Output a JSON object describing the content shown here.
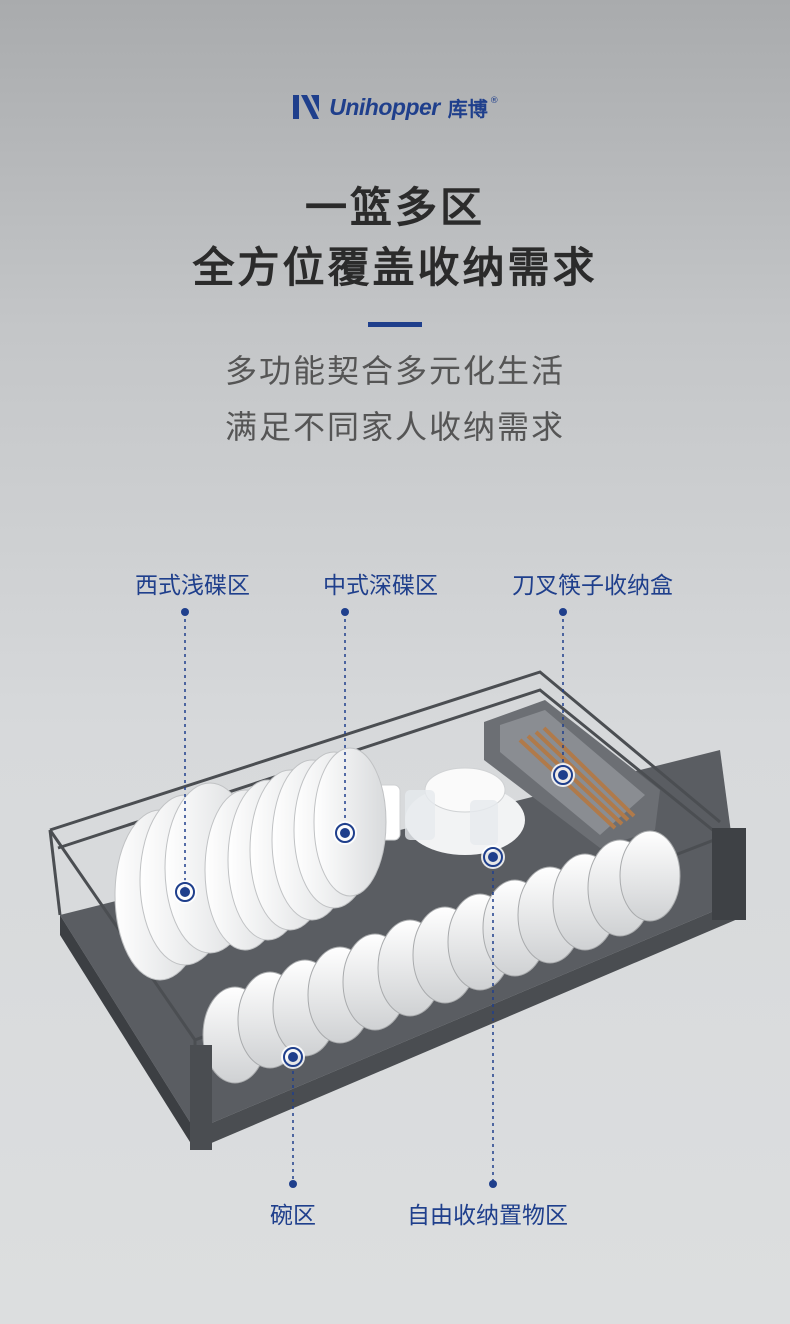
{
  "brand": {
    "name": "Unihopper",
    "name_cn": "库博",
    "reg": "®"
  },
  "headline": {
    "line1": "一篮多区",
    "line2": "全方位覆盖收纳需求"
  },
  "subline": {
    "line1": "多功能契合多元化生活",
    "line2": "满足不同家人收纳需求"
  },
  "zones": {
    "western_plate": "西式浅碟区",
    "chinese_plate": "中式深碟区",
    "cutlery": "刀叉筷子收纳盒",
    "bowl": "碗区",
    "free": "自由收纳置物区"
  },
  "colors": {
    "accent": "#1f3f8c",
    "text_dark": "#2b2b2b",
    "text_mid": "#555555"
  }
}
